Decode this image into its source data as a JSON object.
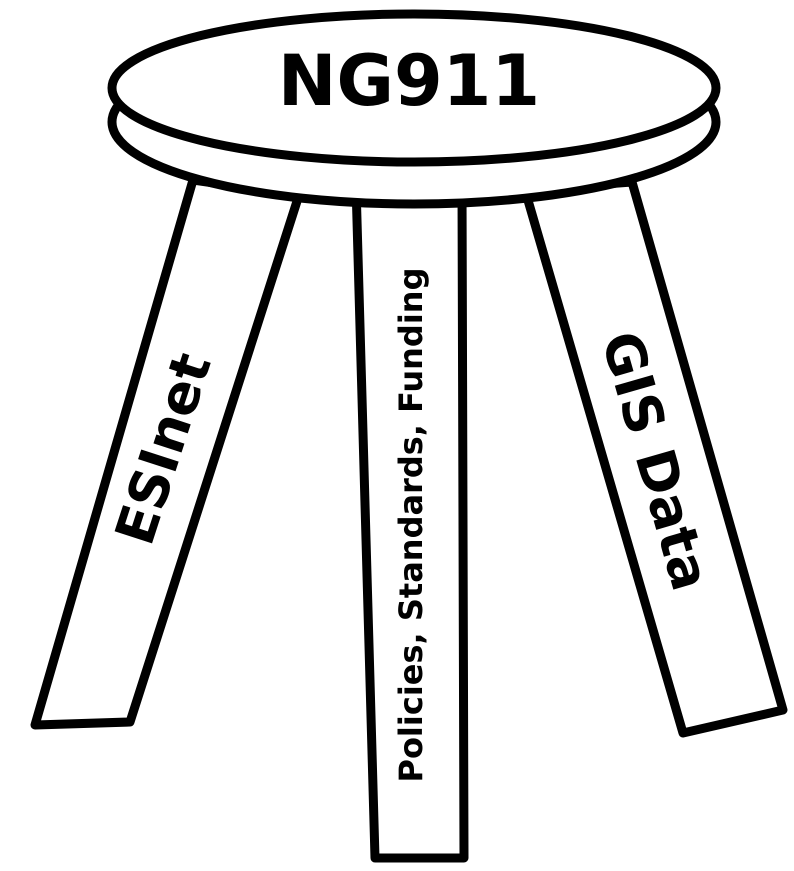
{
  "seat": {
    "label": "NG911"
  },
  "legs": {
    "left": {
      "label": "ESInet"
    },
    "center": {
      "label": "Policies, Standards,  Funding"
    },
    "right": {
      "label": "GIS Data"
    }
  },
  "colors": {
    "stroke": "#000000",
    "fill": "#ffffff"
  }
}
